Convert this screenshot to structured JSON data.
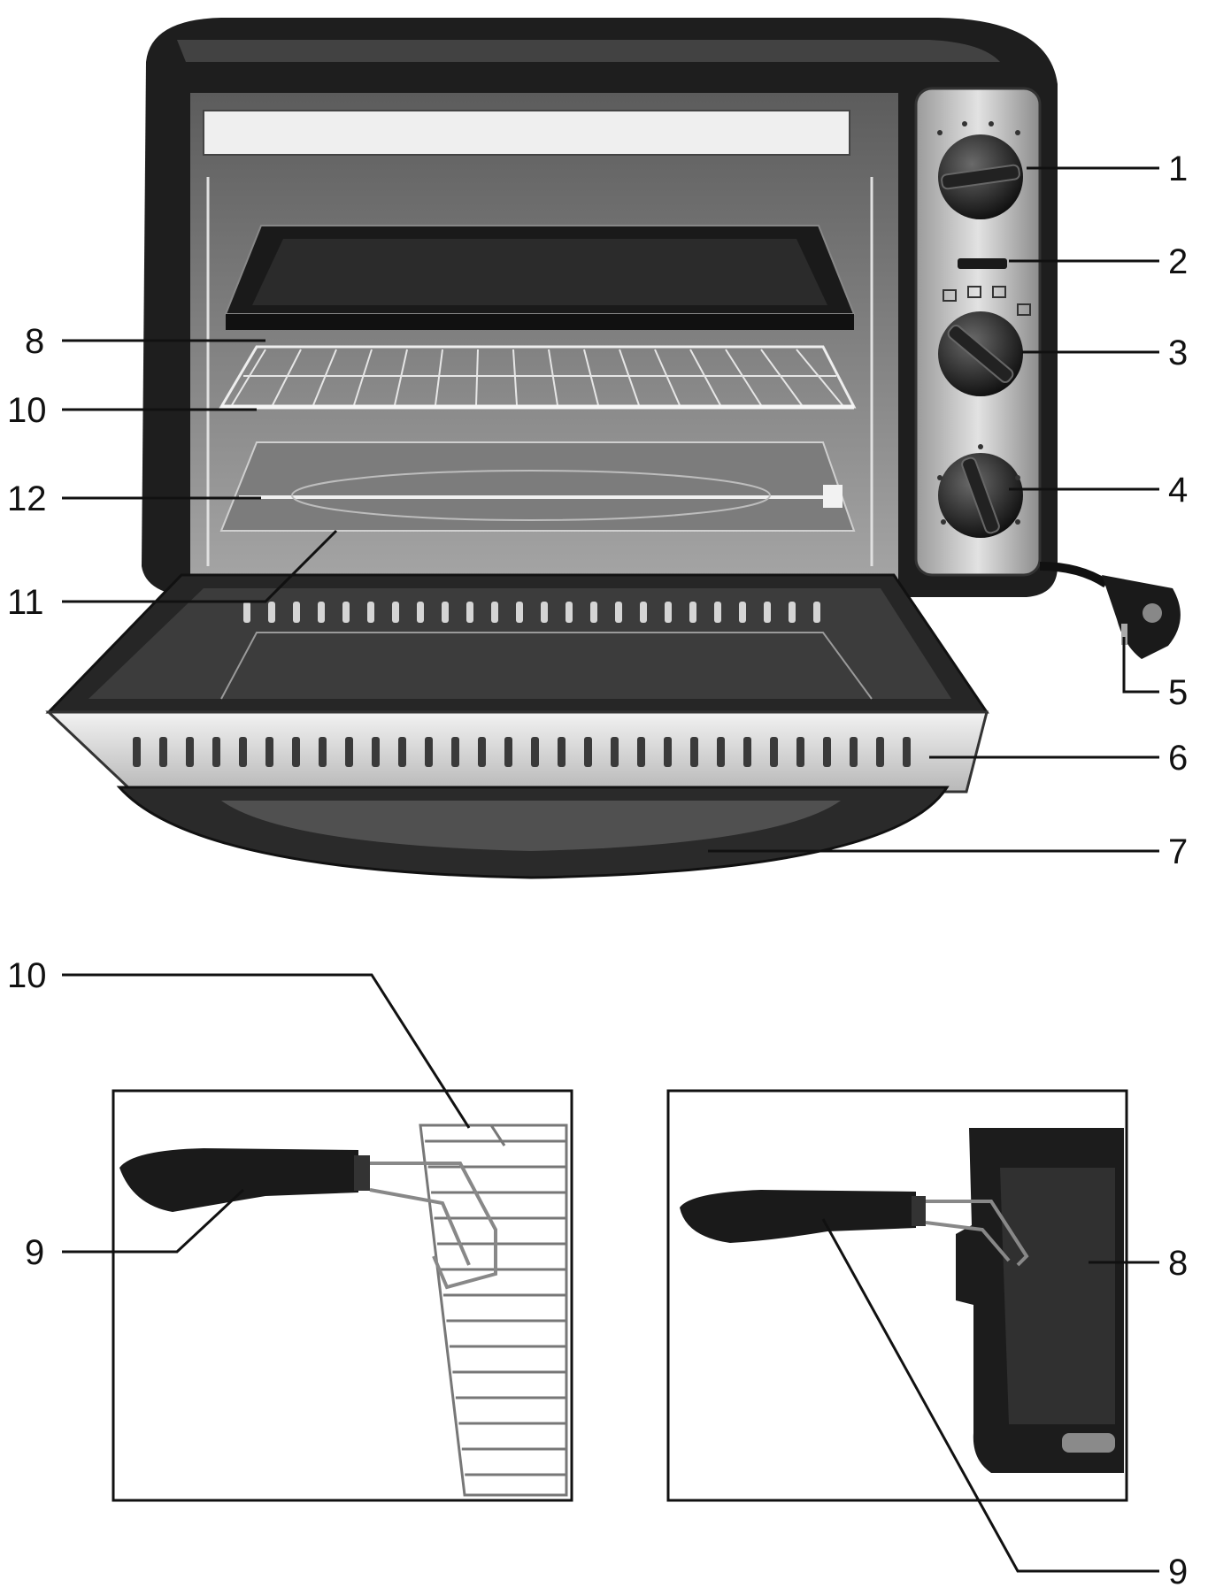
{
  "callouts": {
    "top": [
      "1",
      "2",
      "3",
      "4",
      "5",
      "6",
      "7",
      "8",
      "10",
      "12",
      "11"
    ],
    "bottom_left": [
      "10",
      "9"
    ],
    "bottom_right": [
      "8",
      "9"
    ]
  },
  "colors": {
    "ink": "#111111",
    "oven_body": "#1e1e1e",
    "panel": "#c8c8c8",
    "cavity": "#8a8a8a",
    "chrome": "#e6e6e6"
  },
  "icons": [
    "oven-illustration",
    "knob-icon",
    "plug-icon",
    "wire-rack-icon",
    "baking-tray-icon",
    "tray-handle-icon"
  ]
}
